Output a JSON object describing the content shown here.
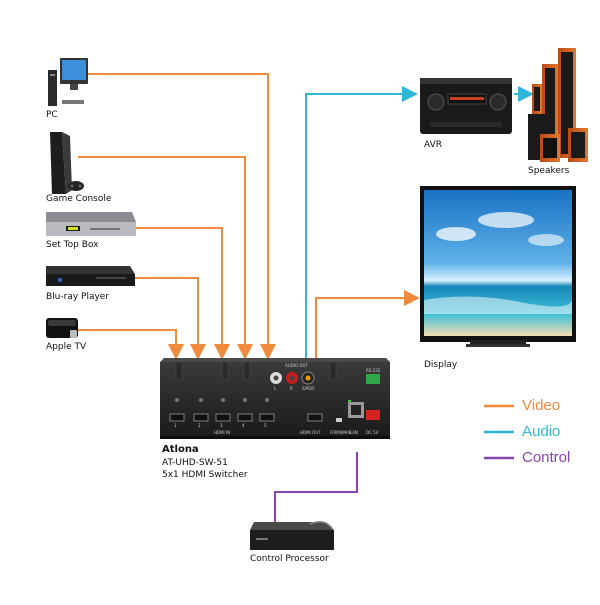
{
  "sources": [
    {
      "label": "PC",
      "icon": "pc-icon"
    },
    {
      "label": "Game Console",
      "icon": "game-console-icon"
    },
    {
      "label": "Set Top Box",
      "icon": "set-top-box-icon"
    },
    {
      "label": "Blu-ray Player",
      "icon": "bluray-player-icon"
    },
    {
      "label": "Apple TV",
      "icon": "apple-tv-icon"
    }
  ],
  "switcher": {
    "brand": "Atlona",
    "model": "AT-UHD-SW-51",
    "description": "5x1 HDMI Switcher",
    "port_labels": {
      "audio_out": "AUDIO OUT",
      "hdmi_in": "HDMI IN",
      "hdmi_out": "HDMI OUT",
      "spdif": "S/PDIF",
      "lan": "LAN",
      "rs232": "RS-232",
      "dc": "DC 5V",
      "firmware": "FIRMWARE",
      "audio_l": "L",
      "audio_r": "R",
      "in_nums": [
        "1",
        "2",
        "3",
        "4",
        "5"
      ]
    }
  },
  "outputs": {
    "avr": "AVR",
    "speakers": "Speakers",
    "display": "Display"
  },
  "control_processor": "Control Processor",
  "legend": [
    {
      "label": "Video",
      "color": "#f08a3c"
    },
    {
      "label": "Audio",
      "color": "#2eb8d8"
    },
    {
      "label": "Control",
      "color": "#8a44b0"
    }
  ],
  "colors": {
    "video": "#f08a3c",
    "audio": "#2eb8d8",
    "control": "#8a44b0"
  }
}
